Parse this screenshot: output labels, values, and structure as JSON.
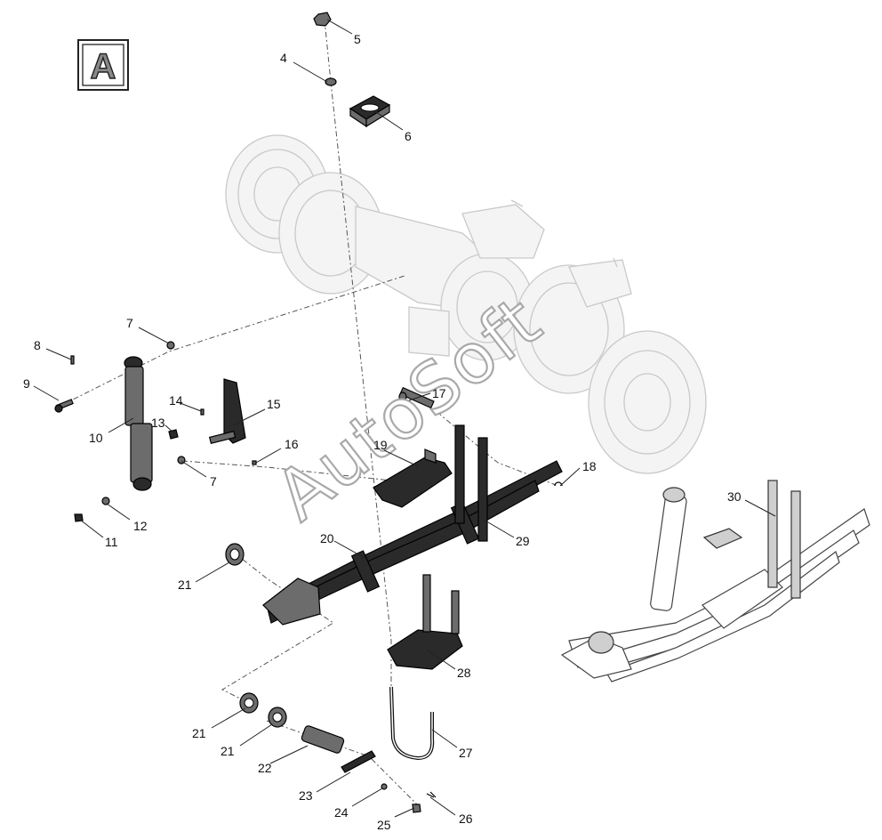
{
  "view_badge": "A",
  "watermark": "AutoSoft",
  "callouts": [
    {
      "id": "c5",
      "text": "5"
    },
    {
      "id": "c4",
      "text": "4"
    },
    {
      "id": "c6",
      "text": "6"
    },
    {
      "id": "c7a",
      "text": "7"
    },
    {
      "id": "c8",
      "text": "8"
    },
    {
      "id": "c9",
      "text": "9"
    },
    {
      "id": "c10",
      "text": "10"
    },
    {
      "id": "c14",
      "text": "14"
    },
    {
      "id": "c15",
      "text": "15"
    },
    {
      "id": "c13",
      "text": "13"
    },
    {
      "id": "c16",
      "text": "16"
    },
    {
      "id": "c7b",
      "text": "7"
    },
    {
      "id": "c12",
      "text": "12"
    },
    {
      "id": "c11",
      "text": "11"
    },
    {
      "id": "c17",
      "text": "17"
    },
    {
      "id": "c19",
      "text": "19"
    },
    {
      "id": "c18",
      "text": "18"
    },
    {
      "id": "c20",
      "text": "20"
    },
    {
      "id": "c29",
      "text": "29"
    },
    {
      "id": "c30",
      "text": "30"
    },
    {
      "id": "c21a",
      "text": "21"
    },
    {
      "id": "c28",
      "text": "28"
    },
    {
      "id": "c21b",
      "text": "21"
    },
    {
      "id": "c21c",
      "text": "21"
    },
    {
      "id": "c22",
      "text": "22"
    },
    {
      "id": "c27",
      "text": "27"
    },
    {
      "id": "c23",
      "text": "23"
    },
    {
      "id": "c24",
      "text": "24"
    },
    {
      "id": "c25",
      "text": "25"
    },
    {
      "id": "c26",
      "text": "26"
    }
  ]
}
